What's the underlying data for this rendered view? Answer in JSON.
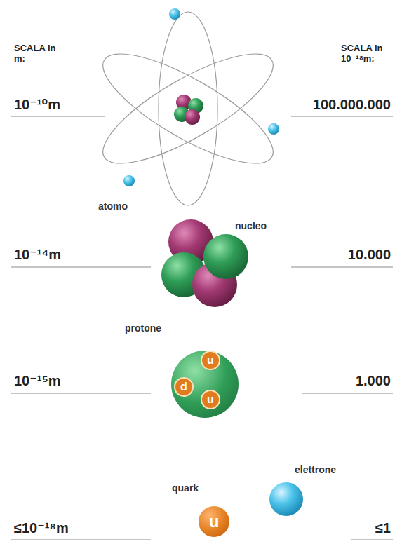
{
  "diagram": {
    "nodes": [
      {
        "text": [
          "protone"
        ]
      },
      {
        "text": [
          "u"
        ],
        "in": 0
      },
      {
        "text": [
          "d"
        ],
        "in": 0
      },
      {
        "text": [
          "u"
        ],
        "in": 0
      },
      {
        "text": [
          "quark",
          "u"
        ]
      }
    ],
    "labels": [
      "SCALA in m:",
      "SCALA in 10⁻¹⁸m:",
      "10⁻¹⁰m",
      "100.000.000",
      "atomo",
      "nucleo",
      "10⁻¹⁴m",
      "10.000",
      "10⁻¹⁵m",
      "1.000",
      "elettrone",
      "≤10⁻¹⁸m",
      "≤1"
    ]
  }
}
